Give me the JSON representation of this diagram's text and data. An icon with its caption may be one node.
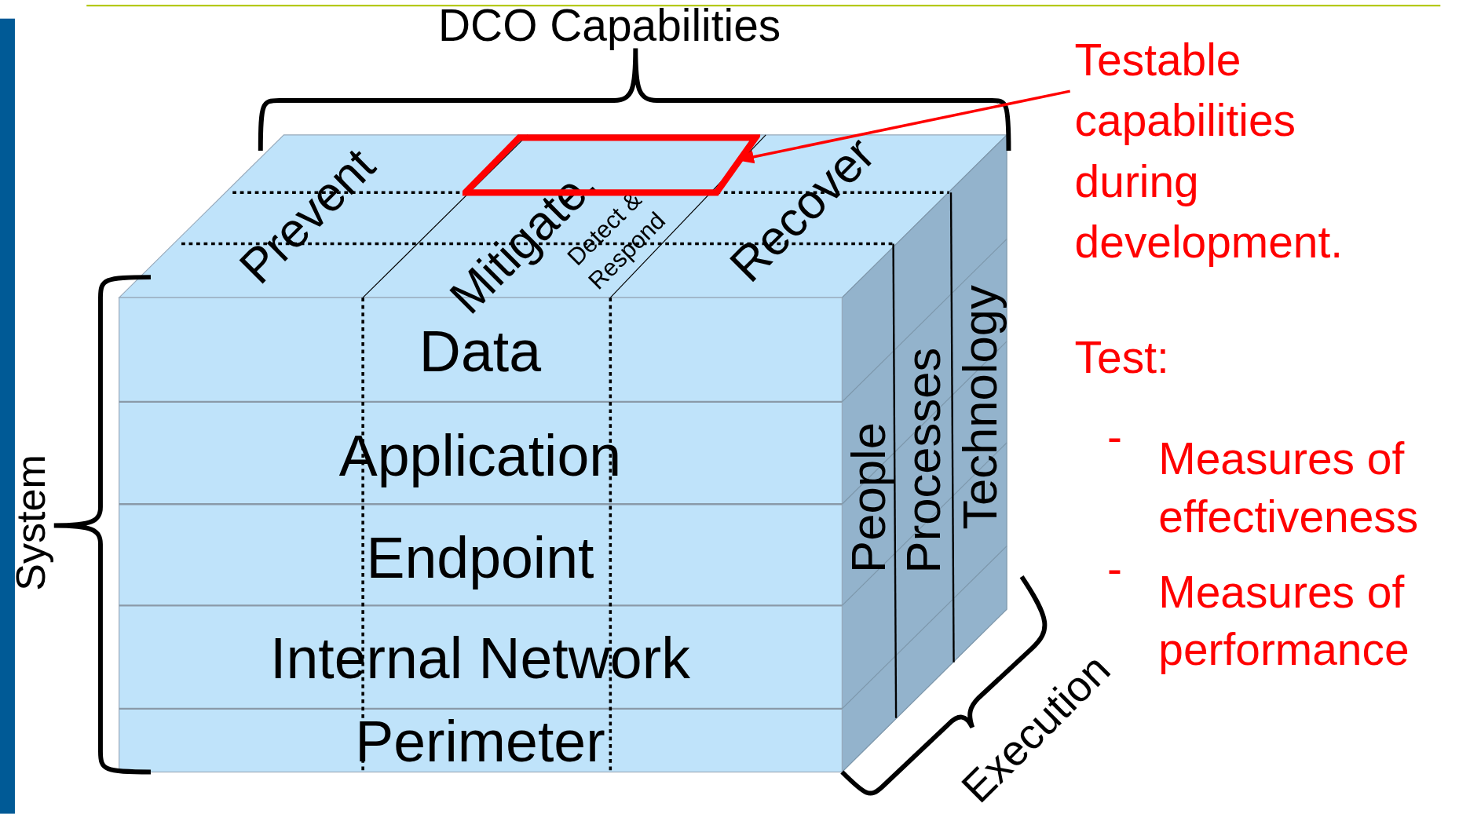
{
  "diagram": {
    "nodes": [
      {
        "text": [
          "Testable capabilities during development."
        ]
      },
      {
        "text": [],
        "shape": "box"
      }
    ],
    "edges": [
      {
        "from": 0,
        "to": 1,
        "arrow": "to"
      }
    ],
    "labels": [
      "DCO Capabilities",
      "Prevent",
      "Mitigate.",
      "Detect & Respond",
      "Recover",
      "Data",
      "Application",
      "Endpoint",
      "Internal Network",
      "Perimeter",
      "System",
      "People",
      "Processes",
      "Technology",
      "Execution",
      "Test:",
      "-",
      "Measures of effectiveness",
      "-",
      "Measures of performance"
    ]
  }
}
